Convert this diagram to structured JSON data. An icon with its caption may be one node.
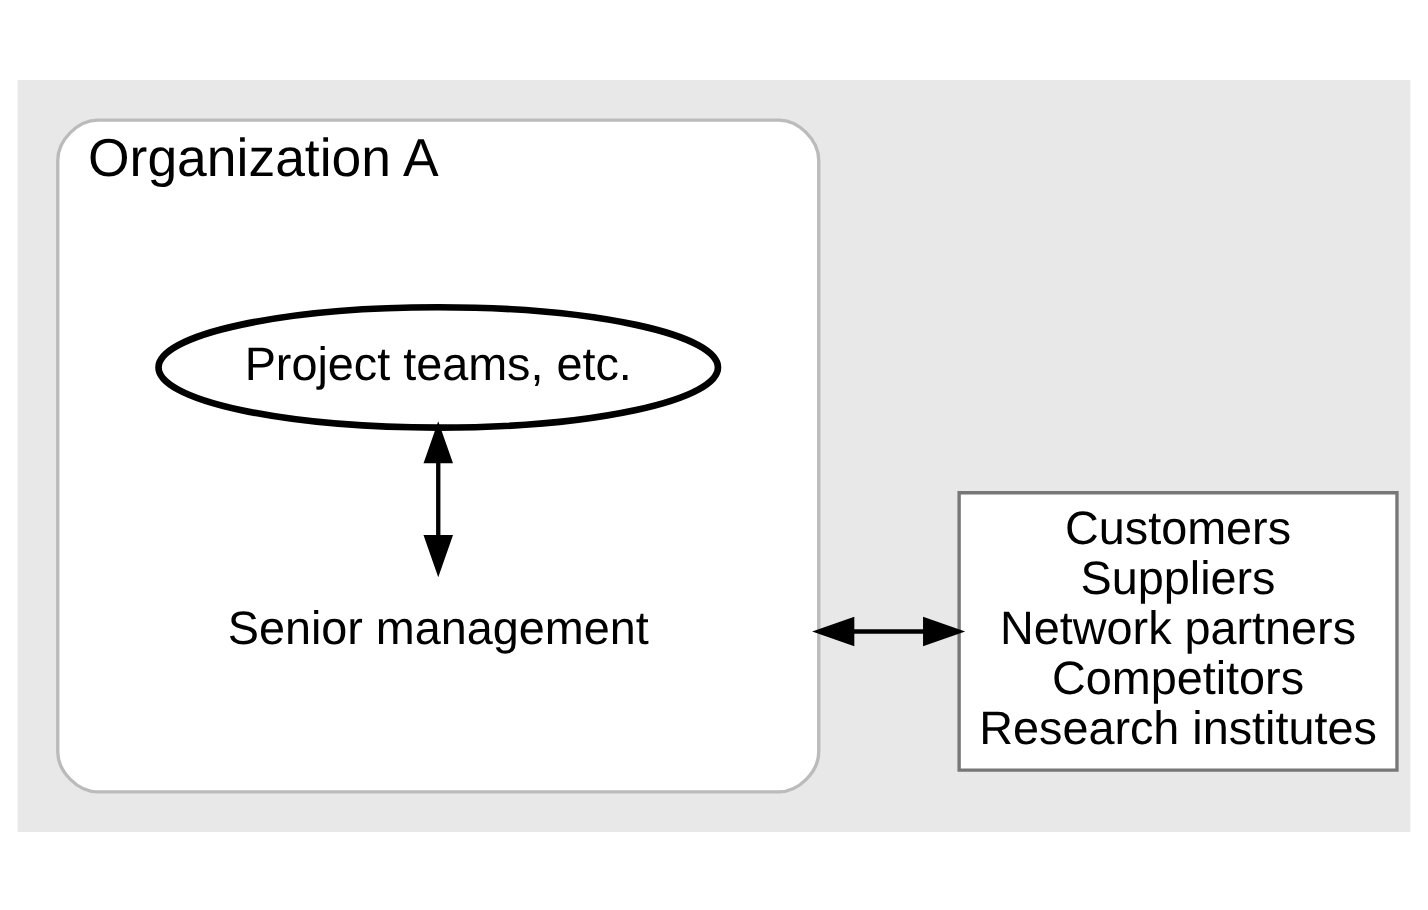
{
  "diagram": {
    "nodes": [
      {
        "text": [
          "Organization A"
        ]
      },
      {
        "text": [
          "Senior management"
        ],
        "in": 0
      },
      {
        "text": [
          "Project teams, etc."
        ],
        "in": 0
      },
      {
        "text": [
          "Customers",
          "Suppliers",
          "Network partners",
          "Competitors",
          "Research institutes"
        ]
      }
    ],
    "edges": [
      {
        "from": 1,
        "to": 2,
        "arrow": "both"
      },
      {
        "from": 0,
        "to": 3,
        "arrow": "both"
      }
    ]
  }
}
